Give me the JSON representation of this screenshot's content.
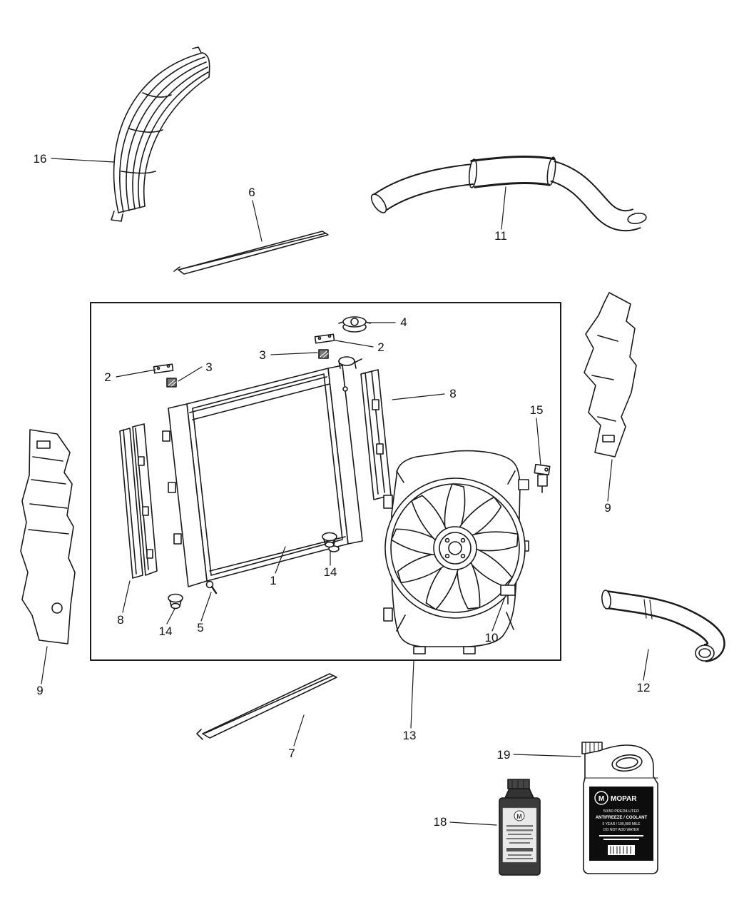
{
  "diagram": {
    "type": "exploded-parts-diagram",
    "subject": "Radiator and Related Parts",
    "line_color": "#1a1a1a",
    "background": "#ffffff"
  },
  "callouts": [
    {
      "label": "16"
    },
    {
      "label": "6"
    },
    {
      "label": "11"
    },
    {
      "label": "4"
    },
    {
      "label": "2"
    },
    {
      "label": "3"
    },
    {
      "label": "3"
    },
    {
      "label": "2"
    },
    {
      "label": "8"
    },
    {
      "label": "15"
    },
    {
      "label": "9"
    },
    {
      "label": "1"
    },
    {
      "label": "14"
    },
    {
      "label": "8"
    },
    {
      "label": "14"
    },
    {
      "label": "5"
    },
    {
      "label": "10"
    },
    {
      "label": "12"
    },
    {
      "label": "9"
    },
    {
      "label": "7"
    },
    {
      "label": "13"
    },
    {
      "label": "19"
    },
    {
      "label": "18"
    }
  ],
  "products": {
    "antifreeze_jug": {
      "logo_letter": "M",
      "brand": "MOPAR",
      "line1": "50/50 PREDILUTED",
      "line2": "ANTIFREEZE / COOLANT",
      "line3": "5 YEAR / 100,000 MILE",
      "line4": "DO NOT ADD WATER"
    },
    "coolant_bottle": {
      "logo_letter": "M"
    }
  }
}
